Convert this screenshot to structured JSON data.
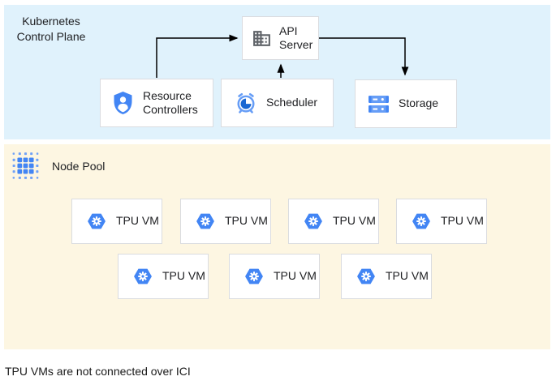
{
  "control_plane": {
    "label_line1": "Kubernetes",
    "label_line2": "Control Plane",
    "nodes": {
      "api_server": "API Server",
      "resource_controllers": "Resource Controllers",
      "scheduler": "Scheduler",
      "storage": "Storage"
    }
  },
  "node_pool": {
    "label": "Node Pool",
    "tpu_vm": "TPU VM",
    "tpu_vm_count": 7,
    "row1_count": 4,
    "row2_count": 3
  },
  "caption": "TPU VMs are not connected over ICI",
  "icons": {
    "api_server": "building-icon",
    "resource_controllers": "shield-user-icon",
    "scheduler": "alarm-clock-icon",
    "storage": "storage-disks-icon",
    "node_pool": "dot-cluster-icon",
    "tpu_vm": "tpu-hexagon-gear-icon"
  },
  "colors": {
    "control_plane_bg": "#E0F2FC",
    "node_pool_bg": "#FDF6E2",
    "box_border": "#DADCE0",
    "box_bg": "#FFFFFF",
    "google_blue": "#4285F4",
    "light_blue": "#669DF6",
    "dark_blue": "#1967D2",
    "icon_gray": "#5F6368",
    "arrow": "#000000",
    "text": "#202124"
  }
}
